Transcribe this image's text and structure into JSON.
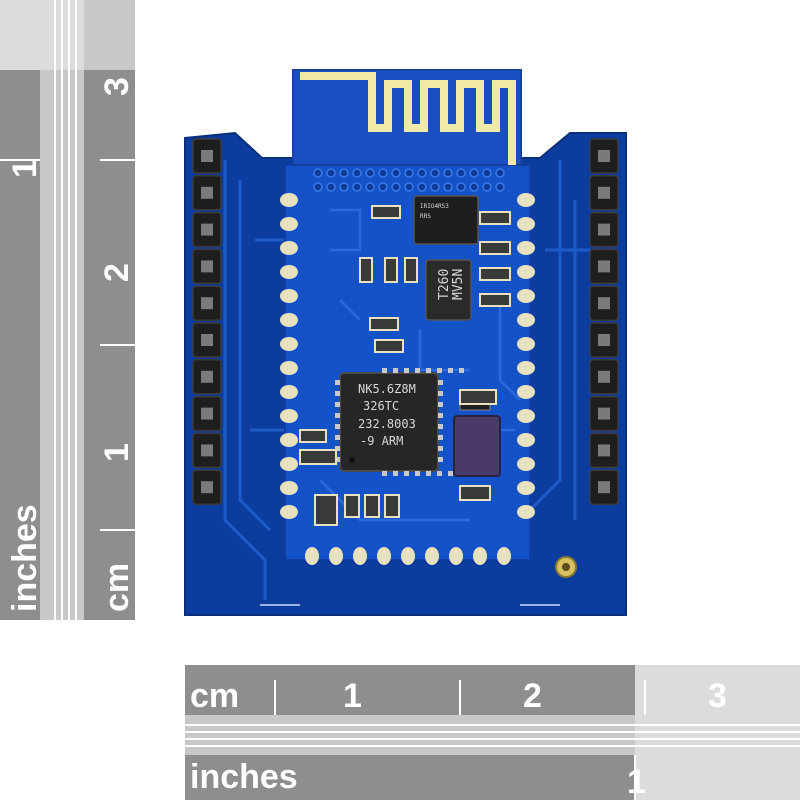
{
  "image": {
    "description_free": true,
    "colors": {
      "pcb": "#0b3c9e",
      "pcb_edge": "#0a2f7a",
      "trace": "#1f5fd0",
      "antenna": "#f3e9a6",
      "pad": "#e8e1c0",
      "ruler_dark": "#8c8c8c",
      "ruler_light": "#c8c8c8"
    }
  },
  "rulers": {
    "left": {
      "unit_inches": "inches",
      "unit_cm": "cm",
      "cm_ticks": [
        "1",
        "2",
        "3"
      ],
      "inch_ticks": [
        "1"
      ]
    },
    "bottom": {
      "unit_cm": "cm",
      "unit_inches": "inches",
      "cm_ticks": [
        "1",
        "2",
        "3"
      ],
      "inch_ticks": [
        "1"
      ]
    }
  },
  "chips": {
    "main": {
      "line1": "NK5.6Z8M",
      "line2": "326TC",
      "line3": "232.8003",
      "line4": "-9  ARM"
    },
    "regulator": {
      "line1": "T260",
      "line2": "MV5N"
    }
  }
}
